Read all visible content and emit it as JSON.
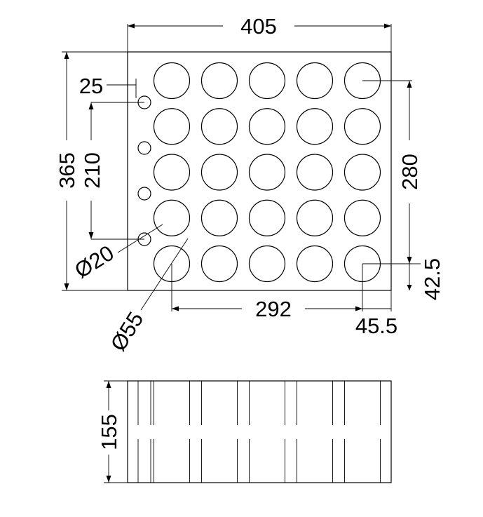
{
  "dimensions": {
    "width": "405",
    "height": "365",
    "small_offset": "25",
    "small_span": "210",
    "large_span_v": "280",
    "small_diameter": "Ø20",
    "large_diameter": "Ø55",
    "large_span_h": "292",
    "edge_offset_h": "45.5",
    "edge_offset_v": "42.5",
    "depth": "155"
  },
  "grid": {
    "rows": 5,
    "cols": 5,
    "small_holes": 4
  }
}
